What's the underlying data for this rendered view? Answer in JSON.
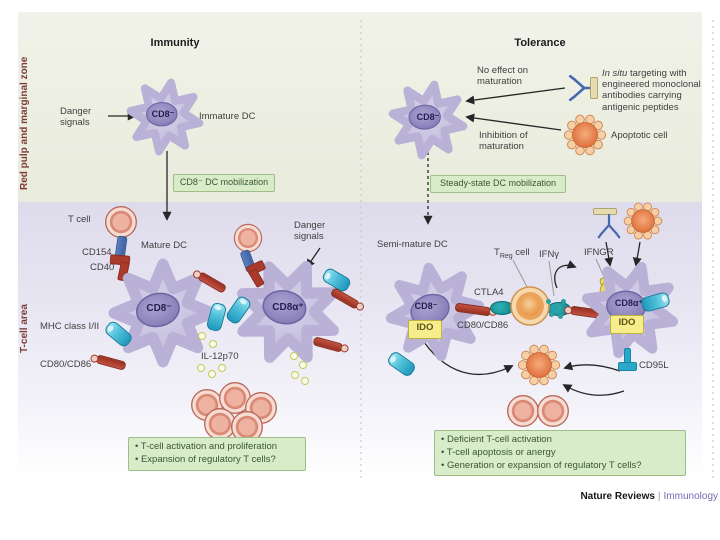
{
  "zones": {
    "top": "Red pulp and marginal zone",
    "bottom": "T-cell area"
  },
  "headers": {
    "immunity": "Immunity",
    "tolerance": "Tolerance"
  },
  "immunity": {
    "danger_left": "Danger signals",
    "cd8_neg": "CD8⁻",
    "immature_dc": "Immature DC",
    "mobilization": "CD8⁻ DC mobilization",
    "t_cell": "T cell",
    "cd154": "CD154",
    "cd40": "CD40",
    "mature_dc": "Mature DC",
    "mhc": "MHC class I/II",
    "cd80_cd86": "CD80/CD86",
    "cd8a_pos": "CD8α⁺",
    "danger_right": "Danger signals",
    "il12": "IL-12p70",
    "outcomes": [
      "T-cell activation and proliferation",
      "Expansion of regulatory T cells?"
    ]
  },
  "tolerance": {
    "no_effect": "No effect on maturation",
    "inhibition": "Inhibition of maturation",
    "cd8_neg": "CD8⁻",
    "insitu_italic": "In situ",
    "insitu_rest": " targeting with engineered monoclonal antibodies carrying antigenic peptides",
    "apoptotic": "Apoptotic cell",
    "steady_state": "Steady-state DC mobilization",
    "semi_mature": "Semi-mature DC",
    "ido": "IDO",
    "treg_t": "T",
    "treg_sub": "Reg",
    "treg_cell": " cell",
    "ctla4": "CTLA4",
    "cd80_cd86": "CD80/CD86",
    "ifng": "IFNγ",
    "ifngr": "IFNGR",
    "cd8a_pos": "CD8α⁺",
    "cd95l": "CD95L",
    "outcomes": [
      "Deficient T-cell activation",
      "T-cell apoptosis or anergy",
      "Generation or expansion of regulatory T cells?"
    ]
  },
  "footer": {
    "brand": "Nature Reviews",
    "separator": "|",
    "journal": "Immunology"
  },
  "colors": {
    "zone_top_bg": "#edefe2",
    "zone_bottom_bg": "#e4e1f0",
    "green_box_bg": "#d8ecca",
    "green_box_border": "#9dbf87",
    "dc_purple": "#c7c1df",
    "nucleus_purple": "#8c83bb",
    "ido_yellow": "#f6ee8d",
    "tcell_orange": "#e9a58d",
    "journal_purple": "#7569b3"
  }
}
